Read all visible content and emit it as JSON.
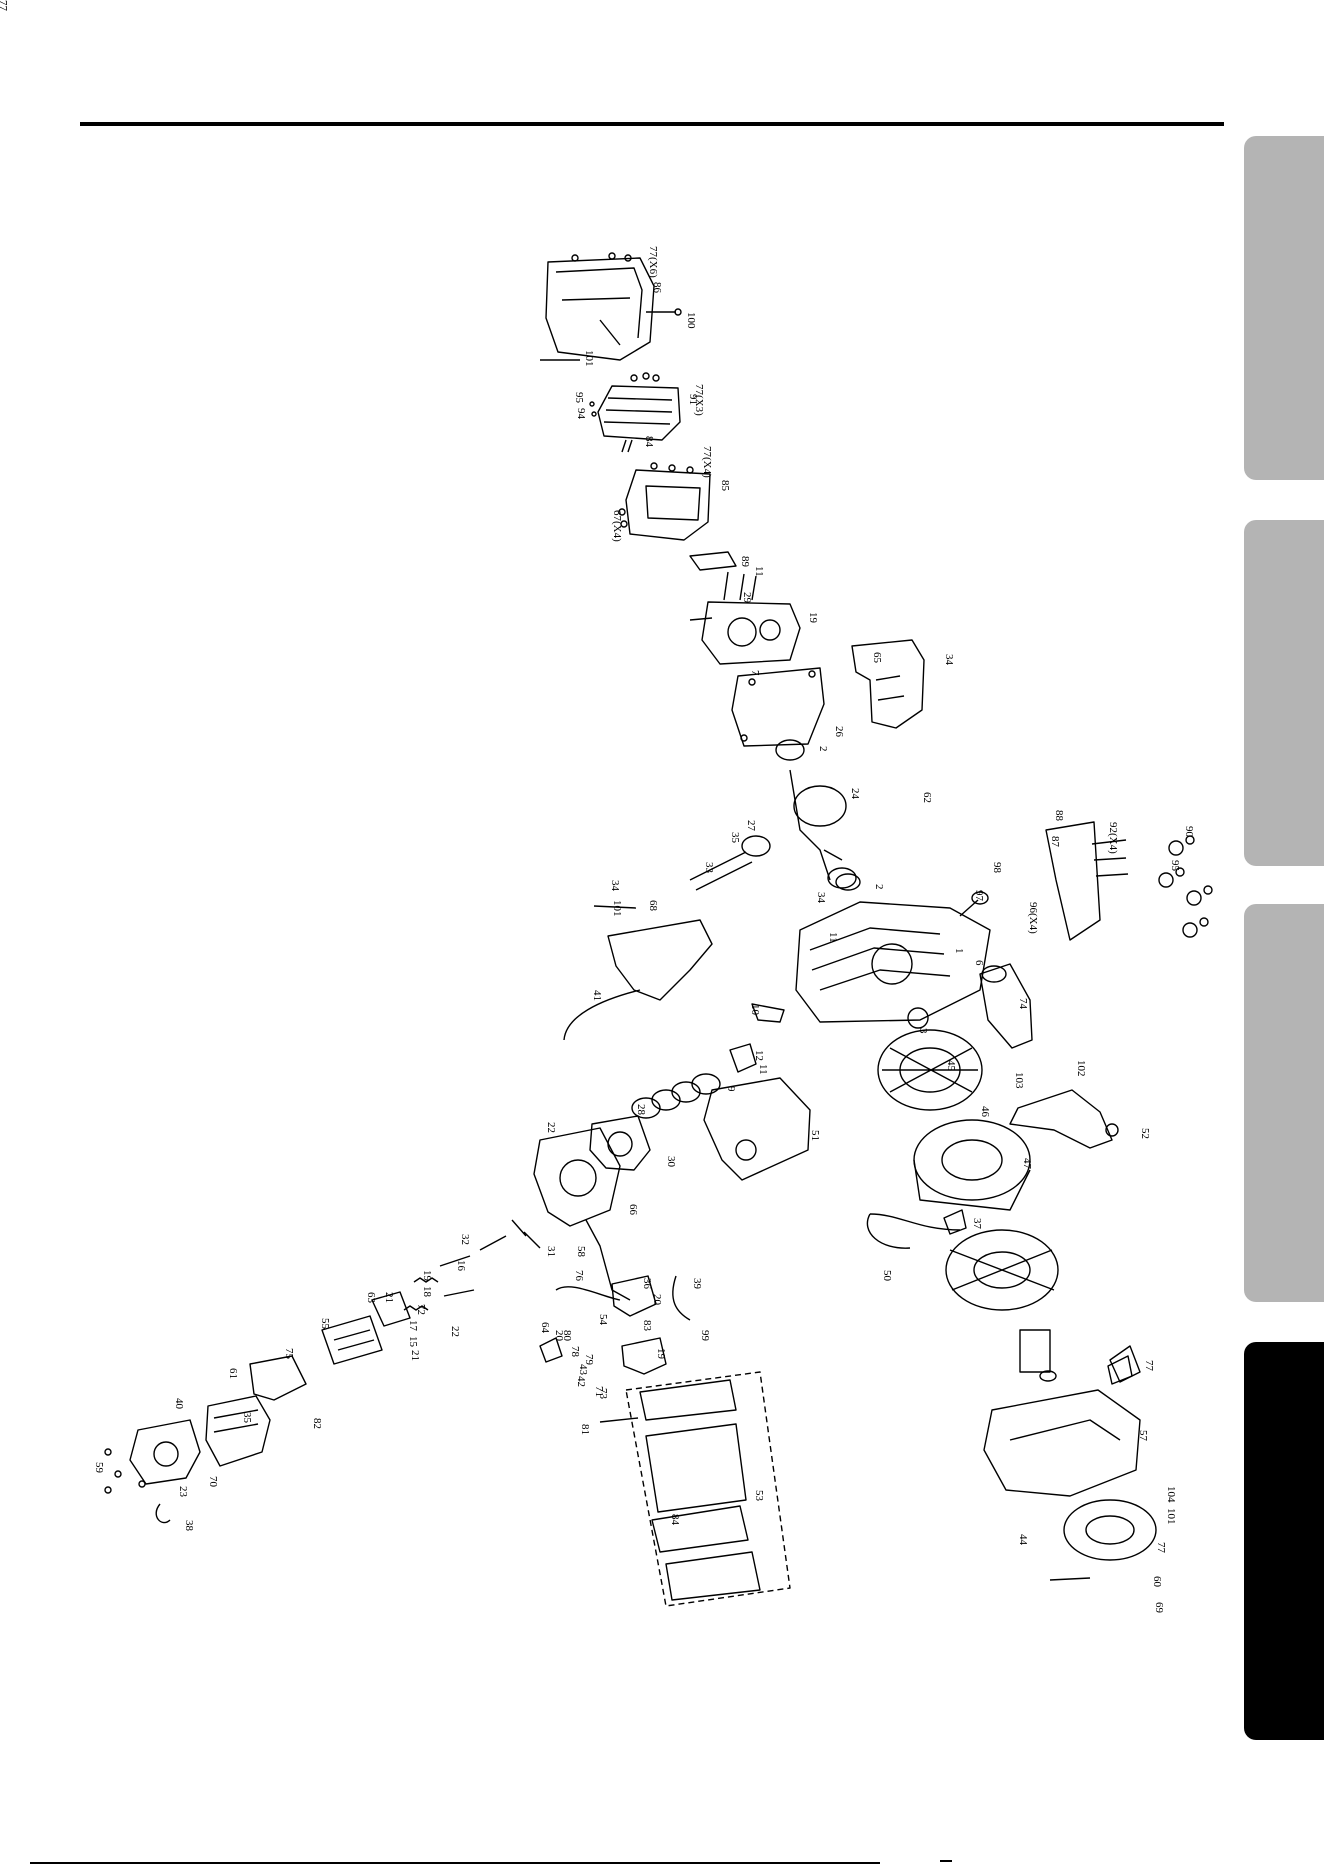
{
  "tabs": [
    {
      "style": "grey"
    },
    {
      "style": "grey"
    },
    {
      "style": "grey"
    },
    {
      "style": "black"
    }
  ],
  "callouts": [
    "77(X6)",
    "86",
    "100",
    "101",
    "77(X3)",
    "95",
    "94",
    "91",
    "84",
    "77(X4)",
    "85",
    "67(X4)",
    "89",
    "11",
    "29",
    "19",
    "7",
    "26",
    "65",
    "34",
    "2",
    "24",
    "62",
    "27",
    "35",
    "33",
    "34",
    "101",
    "68",
    "41",
    "2",
    "98",
    "97",
    "34",
    "11",
    "6",
    "1",
    "88",
    "87",
    "92(X4)",
    "96(X4)",
    "90",
    "95",
    "74",
    "3",
    "45",
    "10",
    "12",
    "11",
    "9",
    "28",
    "22",
    "30",
    "51",
    "103",
    "102",
    "46",
    "52",
    "47",
    "37",
    "50",
    "66",
    "32",
    "31",
    "58",
    "16",
    "76",
    "64",
    "19",
    "18",
    "36",
    "39",
    "83",
    "99",
    "63",
    "21",
    "20",
    "54",
    "72",
    "22",
    "17",
    "15",
    "21",
    "20",
    "19",
    "80",
    "55",
    "75",
    "43",
    "42",
    "73",
    "78",
    "79",
    "61",
    "82",
    "40",
    "35",
    "81",
    "71",
    "53",
    "84",
    "70",
    "23",
    "38",
    "59",
    "57",
    "77",
    "44",
    "104",
    "101",
    "77",
    "60",
    "69",
    "77"
  ],
  "colors": {
    "ink": "#000000",
    "tab_grey": "#b4b4b4",
    "tab_black": "#000000"
  }
}
